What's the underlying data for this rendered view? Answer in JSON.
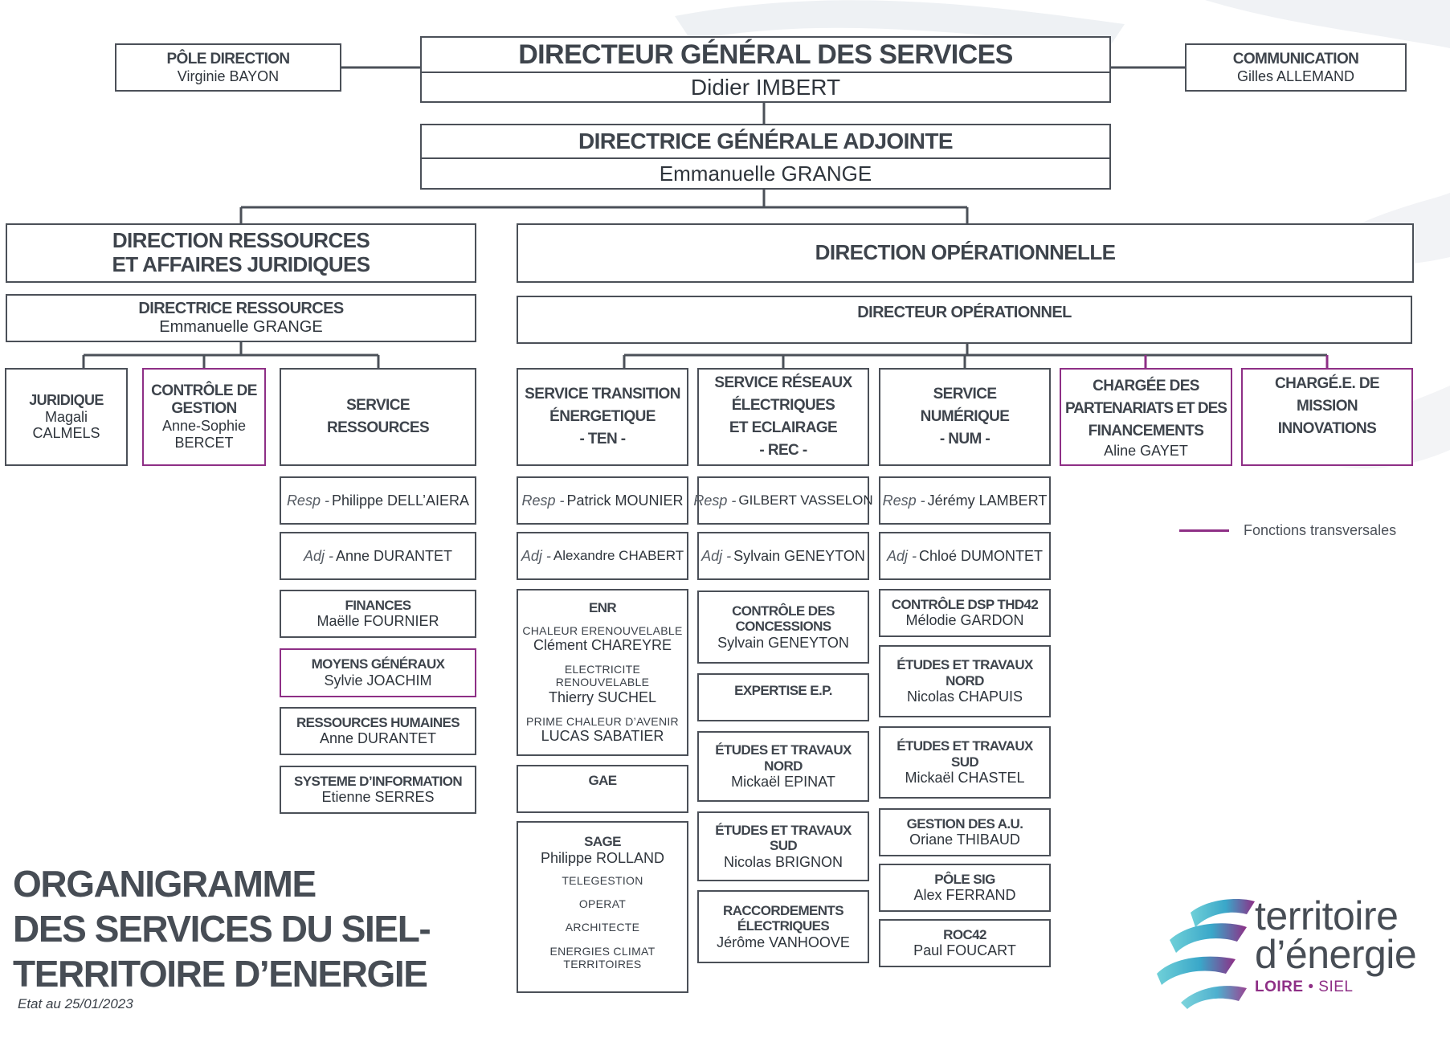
{
  "top": {
    "dgs_title": "DIRECTEUR GÉNÉRAL DES SERVICES",
    "dgs_name": "Didier IMBERT",
    "dga_title": "DIRECTRICE GÉNÉRALE ADJOINTE",
    "dga_name": "Emmanuelle GRANGE",
    "pole_title": "PÔLE DIRECTION",
    "pole_name": "Virginie BAYON",
    "comm_title": "COMMUNICATION",
    "comm_name": "Gilles ALLEMAND"
  },
  "ressources": {
    "title_line1": "DIRECTION RESSOURCES",
    "title_line2": "ET AFFAIRES JURIDIQUES",
    "director_title": "DIRECTRICE RESSOURCES",
    "director_name": "Emmanuelle GRANGE",
    "juridique_title": "JURIDIQUE",
    "juridique_name1": "Magali",
    "juridique_name2": "CALMELS",
    "controle_title1": "CONTRÔLE DE",
    "controle_title2": "GESTION",
    "controle_name1": "Anne-Sophie",
    "controle_name2": "BERCET",
    "service_title1": "SERVICE",
    "service_title2": "RESSOURCES",
    "resp_label": "Resp -",
    "resp_name": "Philippe DELL’AIERA",
    "adj_label": "Adj -",
    "adj_name": "Anne DURANTET",
    "finances_title": "FINANCES",
    "finances_name": "Maëlle FOURNIER",
    "moyens_title": "MOYENS GÉNÉRAUX",
    "moyens_name": "Sylvie JOACHIM",
    "rh_title": "RESSOURCES HUMAINES",
    "rh_name": "Anne DURANTET",
    "si_title": "SYSTEME D’INFORMATION",
    "si_name": "Etienne SERRES"
  },
  "operationnelle": {
    "title": "DIRECTION OPÉRATIONNELLE",
    "director_title": "DIRECTEUR OPÉRATIONNEL",
    "ten": {
      "title1": "SERVICE TRANSITION",
      "title2": "ÉNERGETIQUE",
      "title3": "- TEN -",
      "resp_label": "Resp -",
      "resp_name": "Patrick MOUNIER",
      "adj_label": "Adj -",
      "adj_name": "Alexandre CHABERT",
      "enr_title": "ENR",
      "enr_sub1": "CHALEUR ERENOUVELABLE",
      "enr_name1": "Clément CHAREYRE",
      "enr_sub2": "ELECTRICITE RENOUVELABLE",
      "enr_name2": "Thierry SUCHEL",
      "enr_sub3": "PRIME CHALEUR D’AVENIR",
      "enr_name3": "LUCAS SABATIER",
      "gae_title": "GAE",
      "sage_title": "SAGE",
      "sage_name": "Philippe ROLLAND",
      "sage_sub1": "TELEGESTION",
      "sage_sub2": "OPERAT",
      "sage_sub3": "ARCHITECTE",
      "sage_sub4a": "ENERGIES CLIMAT",
      "sage_sub4b": "TERRITOIRES"
    },
    "rec": {
      "title1": "SERVICE RÉSEAUX",
      "title2": "ÉLECTRIQUES",
      "title3": "ET ECLAIRAGE",
      "title4": "- REC -",
      "resp_label": "Resp -",
      "resp_name": "GILBERT VASSELON",
      "adj_label": "Adj -",
      "adj_name": "Sylvain GENEYTON",
      "conc_title1": "CONTRÔLE DES",
      "conc_title2": "CONCESSIONS",
      "conc_name": "Sylvain GENEYTON",
      "exp_title": "EXPERTISE E.P.",
      "etn_title1": "ÉTUDES ET TRAVAUX",
      "etn_title2": "NORD",
      "etn_name": "Mickaël EPINAT",
      "ets_title1": "ÉTUDES ET TRAVAUX",
      "ets_title2": "SUD",
      "ets_name": "Nicolas BRIGNON",
      "racc_title1": "RACCORDEMENTS",
      "racc_title2": "ÉLECTRIQUES",
      "racc_name": "Jérôme VANHOOVE"
    },
    "num": {
      "title1": "SERVICE",
      "title2": "NUMÉRIQUE",
      "title3": "- NUM -",
      "resp_label": "Resp -",
      "resp_name": "Jérémy LAMBERT",
      "adj_label": "Adj -",
      "adj_name": "Chloé DUMONTET",
      "dsp_title": "CONTRÔLE DSP THD42",
      "dsp_name": "Mélodie GARDON",
      "etn_title1": "ÉTUDES ET TRAVAUX",
      "etn_title2": "NORD",
      "etn_name": "Nicolas CHAPUIS",
      "ets_title1": "ÉTUDES ET TRAVAUX",
      "ets_title2": "SUD",
      "ets_name": "Mickaël CHASTEL",
      "au_title": "GESTION DES A.U.",
      "au_name": "Oriane THIBAUD",
      "sig_title": "PÔLE SIG",
      "sig_name": "Alex FERRAND",
      "roc_title": "ROC42",
      "roc_name": "Paul FOUCART"
    },
    "partenariats": {
      "title1": "CHARGÉE DES",
      "title2": "PARTENARIATS ET DES",
      "title3": "FINANCEMENTS",
      "name": "Aline GAYET"
    },
    "innovations": {
      "title1": "CHARGÉ.E. DE",
      "title2": "MISSION",
      "title3": "INNOVATIONS"
    }
  },
  "legend": {
    "label": "Fonctions transversales",
    "color": "#8e2f86"
  },
  "footer": {
    "title_line1": "ORGANIGRAMME",
    "title_line2": "DES SERVICES DU SIEL-",
    "title_line3": "TERRITOIRE D’ENERGIE",
    "date": "Etat au 25/01/2023"
  },
  "logo": {
    "line1": "territoire",
    "line2": "d’énergie",
    "sub_bold": "LOIRE",
    "sub_sep": " • ",
    "sub_rest": "SIEL",
    "icon": "territoire-energie-wave-logo"
  },
  "colors": {
    "box_border": "#4b5058",
    "transversal": "#8e2f86",
    "text": "#3a4048"
  }
}
